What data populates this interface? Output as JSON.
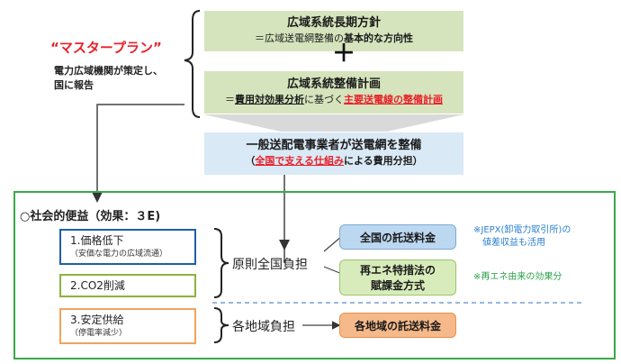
{
  "master_plan": {
    "title": "“マスタープラン”",
    "desc_line1": "電力広域機関が策定し、",
    "desc_line2": "国に報告"
  },
  "long_term": {
    "title": "広域系統長期方針",
    "sub_prefix": "＝広域送電網整備の",
    "sub_bold": "基本的な方向性"
  },
  "plus": "＋",
  "grid_plan": {
    "title": "広域系統整備計画",
    "sub_prefix": "＝",
    "sub_bold": "費用対効果分析",
    "sub_mid": "に基づく",
    "sub_red": "主要送電線の整備計画"
  },
  "distributor": {
    "title": "一般送配電事業者が送電網を整備",
    "sub_open": "（",
    "sub_red": "全国で支える仕組み",
    "sub_rest": "による費用分担）"
  },
  "benefits": {
    "title": "○社会的便益（効果：３E)",
    "items": [
      {
        "main": "1.価格低下",
        "sub": "（安価な電力の広域流通）"
      },
      {
        "main": "2.CO2削減",
        "sub": ""
      },
      {
        "main": "3.安定供給",
        "sub": "（停電率減少）"
      }
    ]
  },
  "burden": {
    "national": "原則全国負担",
    "regional": "各地域負担"
  },
  "fees": {
    "national_fee": "全国の託送料金",
    "renewable_line1": "再エネ特措法の",
    "renewable_line2": "賦課金方式",
    "regional_fee": "各地域の託送料金"
  },
  "notes": {
    "jepx_line1": "※JEPX(卸電力取引所)の",
    "jepx_line2": "値差収益も活用",
    "renewable": "※再エネ由来の効果分"
  },
  "colors": {
    "red": "#e8222b",
    "green_box": "#d6e4bd",
    "blue_box": "#d9e9f5",
    "green_frame": "#3aa84a",
    "item_blue_border": "#1f5fa6",
    "item_green_border": "#8cb33e",
    "item_orange_border": "#f0a35c",
    "pill_blue": "#bcd7f0",
    "pill_green": "#d8ecbb",
    "pill_orange": "#f6b98a",
    "note_blue": "#2a7fd0",
    "note_green": "#27a046"
  }
}
